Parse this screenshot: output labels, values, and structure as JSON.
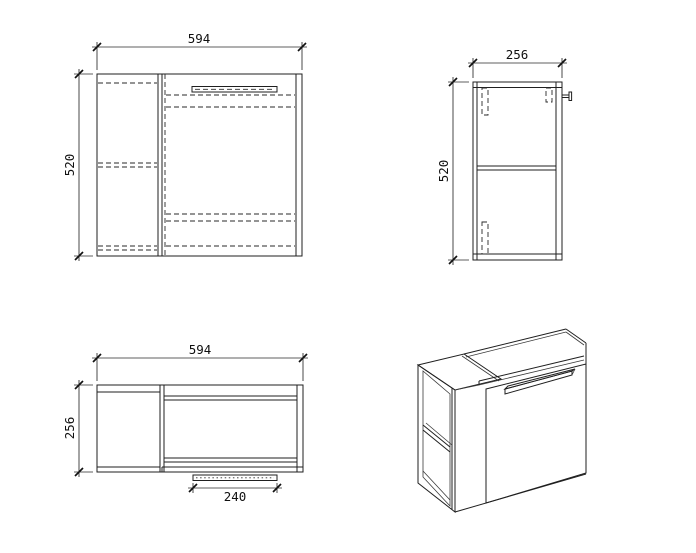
{
  "colors": {
    "background": "#ffffff",
    "line": "#1f1f1f",
    "text": "#101010"
  },
  "views": {
    "front": {
      "width_dim": "594",
      "height_dim": "520"
    },
    "side": {
      "depth_dim": "256",
      "height_dim": "520"
    },
    "plan": {
      "width_dim": "594",
      "depth_dim": "256",
      "handle_dim": "240"
    }
  }
}
